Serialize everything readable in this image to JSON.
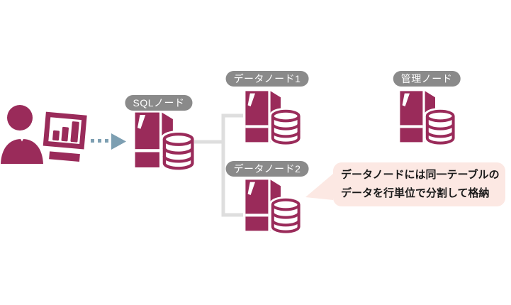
{
  "title": "MySQL Cluster node diagram",
  "colors": {
    "primary": "#9a2b5a",
    "badge_bg": "#8a8a8a",
    "badge_text": "#ffffff",
    "connector": "#dedede",
    "arrow": "#7d9fb2",
    "callout_bg": "#fce8e3",
    "ink": "#1a1a1a"
  },
  "nodes": {
    "sql": {
      "label": "SQLノード"
    },
    "data1": {
      "label": "データノード1"
    },
    "data2": {
      "label": "データノード2"
    },
    "mgmt": {
      "label": "管理ノード"
    }
  },
  "callout": {
    "line1": "データノードには同一テーブルの",
    "line2": "データを行単位で分割して格納"
  },
  "icons": {
    "client": "user-with-monitor-chart",
    "node": "server-tower-with-database-cylinder",
    "arrow": "dotted-right-arrow"
  }
}
